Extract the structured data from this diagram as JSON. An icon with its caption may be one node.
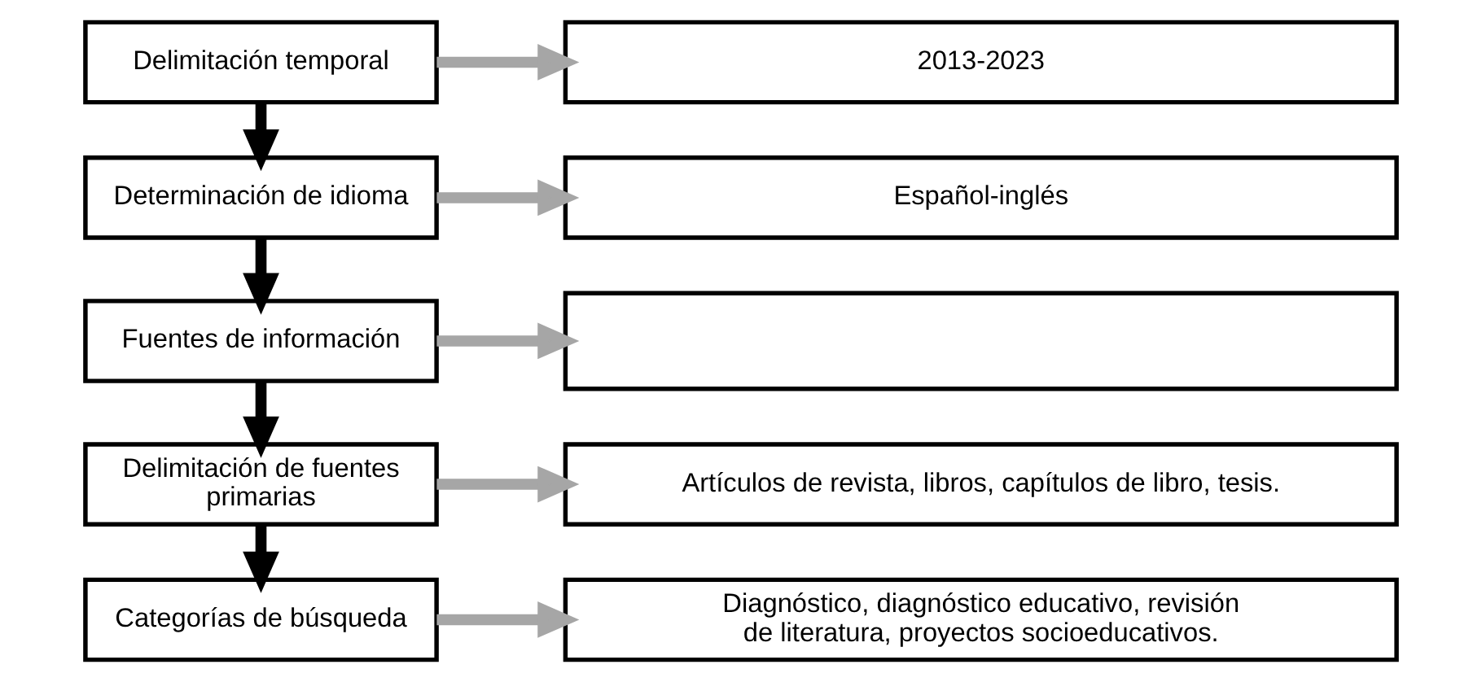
{
  "diagram": {
    "nodes": [
      {
        "text": [
          "Delimitación temporal"
        ]
      },
      {
        "text": [
          "2013-2023"
        ]
      },
      {
        "text": [
          "Determinación de idioma"
        ]
      },
      {
        "text": [
          "Español-inglés"
        ]
      },
      {
        "text": [
          "Fuentes de información"
        ]
      },
      {
        "text": [],
        "shape": "box"
      },
      {
        "text": [
          "Delimitación de fuentes primarias"
        ]
      },
      {
        "text": [
          "Artículos de revista, libros, capítulos de libro, tesis."
        ]
      },
      {
        "text": [
          "Categorías de búsqueda"
        ]
      },
      {
        "text": [
          "Diagnóstico, diagnóstico educativo, revisión de literatura, proyectos socioeducativos."
        ]
      }
    ],
    "edges": [
      {
        "from": 0,
        "to": 1,
        "arrow": "to"
      },
      {
        "from": 0,
        "to": 2,
        "arrow": "to",
        "color": "#000000"
      },
      {
        "from": 2,
        "to": 3,
        "arrow": "to"
      },
      {
        "from": 2,
        "to": 4,
        "arrow": "to",
        "color": "#000000"
      },
      {
        "from": 4,
        "to": 5,
        "arrow": "to"
      },
      {
        "from": 4,
        "to": 6,
        "arrow": "to",
        "color": "#000000"
      },
      {
        "from": 6,
        "to": 7,
        "arrow": "to"
      },
      {
        "from": 6,
        "to": 8,
        "arrow": "to",
        "color": "#000000"
      },
      {
        "from": 8,
        "to": 9,
        "arrow": "to"
      }
    ]
  }
}
